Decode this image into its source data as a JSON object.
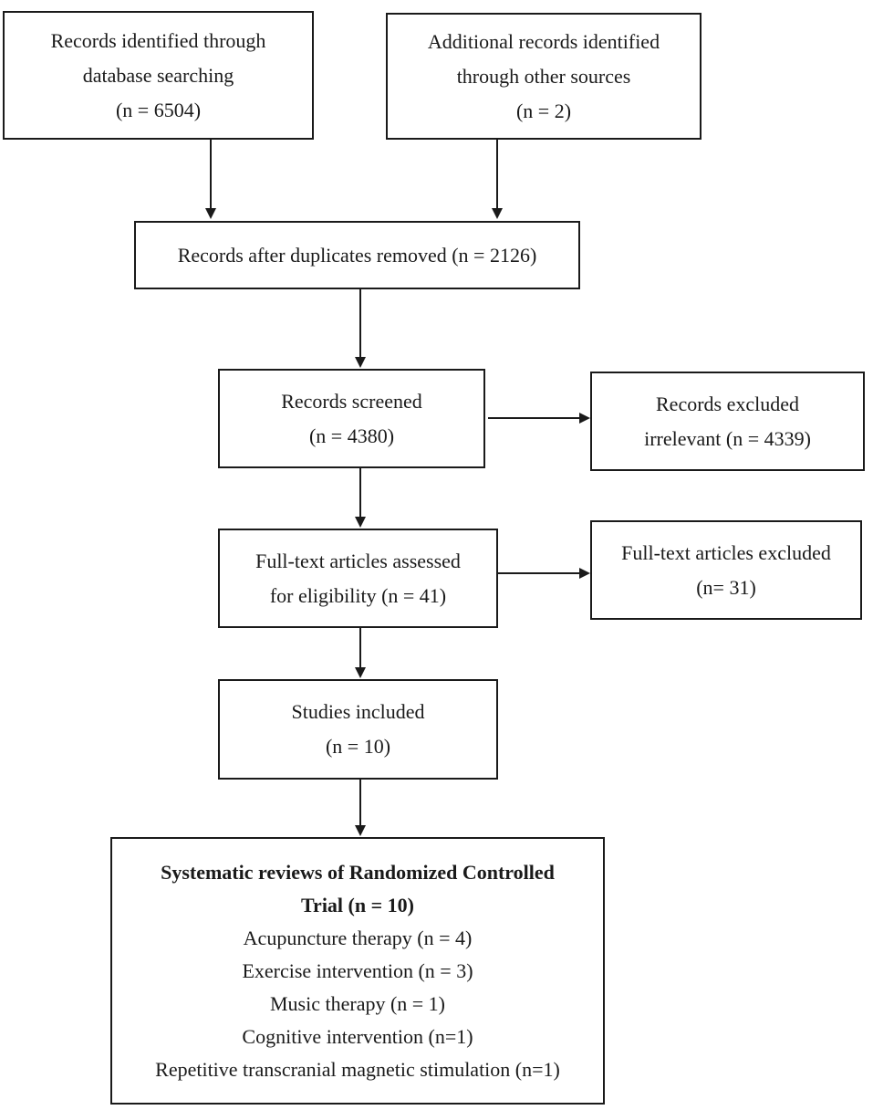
{
  "flow": {
    "identified_db": {
      "line1": "Records identified through",
      "line2": "database searching",
      "line3": "(n = 6504)"
    },
    "identified_other": {
      "line1": "Additional records identified",
      "line2": "through other sources",
      "line3": "(n = 2)"
    },
    "after_duplicates": {
      "line1": "Records after duplicates removed (n = 2126)"
    },
    "screened": {
      "line1": "Records screened",
      "line2": "(n = 4380)"
    },
    "excluded": {
      "line1": "Records excluded",
      "line2": "irrelevant (n = 4339)"
    },
    "fulltext": {
      "line1": "Full-text articles assessed",
      "line2": "for eligibility (n = 41)"
    },
    "fulltext_excluded": {
      "line1": "Full-text articles excluded",
      "line2": "(n= 31)"
    },
    "included": {
      "line1": "Studies included",
      "line2": "(n = 10)"
    },
    "reviews": {
      "title1": "Systematic reviews of Randomized Controlled",
      "title2": "Trial (n = 10)",
      "items": [
        "Acupuncture therapy (n = 4)",
        "Exercise intervention (n = 3)",
        "Music therapy (n = 1)",
        "Cognitive intervention (n=1)",
        "Repetitive transcranial magnetic stimulation (n=1)"
      ]
    }
  }
}
